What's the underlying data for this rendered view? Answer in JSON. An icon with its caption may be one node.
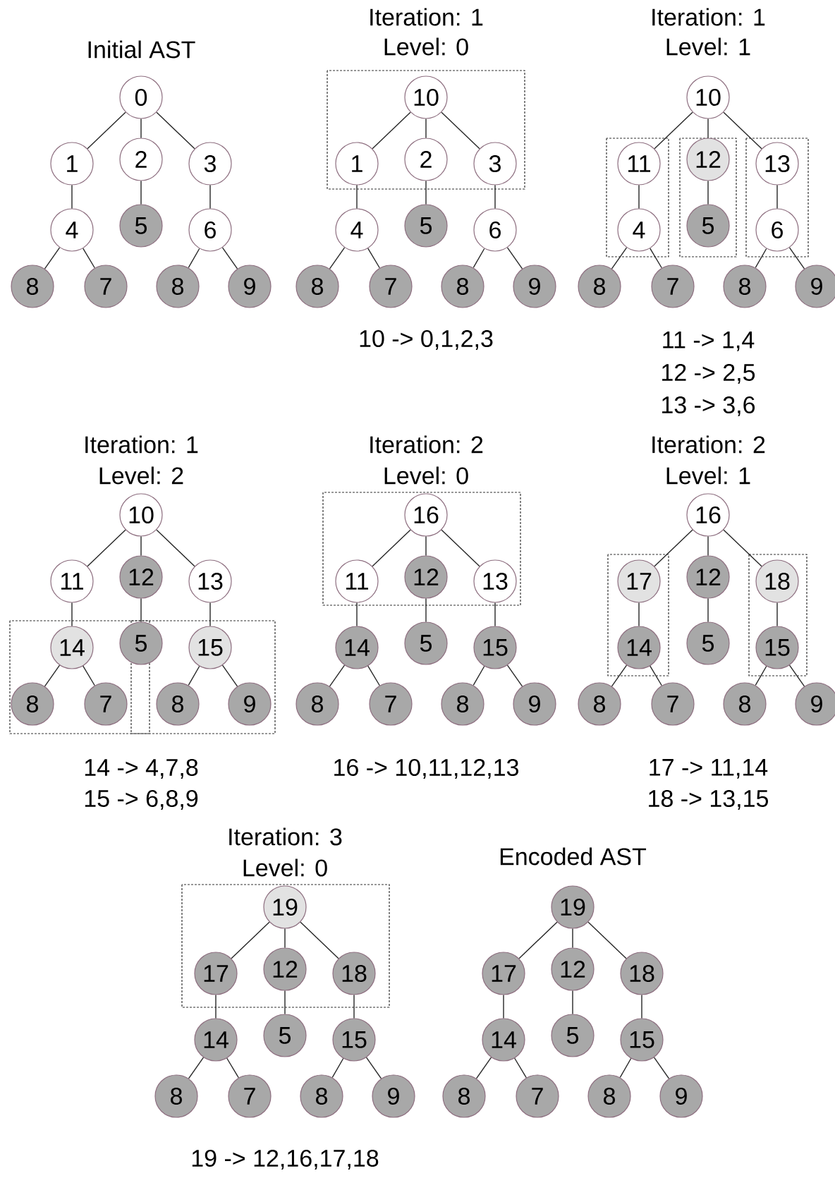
{
  "diagram": {
    "nodes": [
      {
        "text": [
          "0"
        ]
      },
      {
        "text": [
          "1"
        ]
      },
      {
        "text": [
          "2"
        ]
      },
      {
        "text": [
          "3"
        ]
      },
      {
        "text": [
          "4"
        ]
      },
      {
        "text": [
          "5"
        ]
      },
      {
        "text": [
          "6"
        ]
      },
      {
        "text": [
          "8"
        ]
      },
      {
        "text": [
          "7"
        ]
      },
      {
        "text": [
          "8"
        ]
      },
      {
        "text": [
          "9"
        ]
      },
      {
        "text": [
          "10"
        ]
      },
      {
        "text": [
          "1"
        ]
      },
      {
        "text": [
          "2"
        ]
      },
      {
        "text": [
          "3"
        ]
      },
      {
        "text": [
          "4"
        ]
      },
      {
        "text": [
          "5"
        ]
      },
      {
        "text": [
          "6"
        ]
      },
      {
        "text": [
          "8"
        ]
      },
      {
        "text": [
          "7"
        ]
      },
      {
        "text": [
          "8"
        ]
      },
      {
        "text": [
          "9"
        ]
      },
      {
        "text": [
          "10"
        ]
      },
      {
        "text": [
          "11"
        ]
      },
      {
        "text": [
          "12"
        ]
      },
      {
        "text": [
          "13"
        ]
      },
      {
        "text": [
          "4"
        ]
      },
      {
        "text": [
          "5"
        ]
      },
      {
        "text": [
          "6"
        ]
      },
      {
        "text": [
          "8"
        ]
      },
      {
        "text": [
          "7"
        ]
      },
      {
        "text": [
          "8"
        ]
      },
      {
        "text": [
          "9"
        ]
      },
      {
        "text": [
          "10"
        ]
      },
      {
        "text": [
          "11"
        ]
      },
      {
        "text": [
          "12"
        ]
      },
      {
        "text": [
          "13"
        ]
      },
      {
        "text": [
          "14"
        ]
      },
      {
        "text": [
          "5"
        ]
      },
      {
        "text": [
          "15"
        ]
      },
      {
        "text": [
          "8"
        ]
      },
      {
        "text": [
          "7"
        ]
      },
      {
        "text": [
          "8"
        ]
      },
      {
        "text": [
          "9"
        ]
      },
      {
        "text": [
          "16"
        ]
      },
      {
        "text": [
          "11"
        ]
      },
      {
        "text": [
          "12"
        ]
      },
      {
        "text": [
          "13"
        ]
      },
      {
        "text": [
          "14"
        ]
      },
      {
        "text": [
          "5"
        ]
      },
      {
        "text": [
          "15"
        ]
      },
      {
        "text": [
          "8"
        ]
      },
      {
        "text": [
          "7"
        ]
      },
      {
        "text": [
          "8"
        ]
      },
      {
        "text": [
          "9"
        ]
      },
      {
        "text": [
          "16"
        ]
      },
      {
        "text": [
          "17"
        ]
      },
      {
        "text": [
          "12"
        ]
      },
      {
        "text": [
          "18"
        ]
      },
      {
        "text": [
          "14"
        ]
      },
      {
        "text": [
          "5"
        ]
      },
      {
        "text": [
          "15"
        ]
      },
      {
        "text": [
          "8"
        ]
      },
      {
        "text": [
          "7"
        ]
      },
      {
        "text": [
          "8"
        ]
      },
      {
        "text": [
          "9"
        ]
      },
      {
        "text": [
          "19"
        ]
      },
      {
        "text": [
          "17"
        ]
      },
      {
        "text": [
          "12"
        ]
      },
      {
        "text": [
          "18"
        ]
      },
      {
        "text": [
          "14"
        ]
      },
      {
        "text": [
          "5"
        ]
      },
      {
        "text": [
          "15"
        ]
      },
      {
        "text": [
          "8"
        ]
      },
      {
        "text": [
          "7"
        ]
      },
      {
        "text": [
          "8"
        ]
      },
      {
        "text": [
          "9"
        ]
      },
      {
        "text": [
          "19"
        ]
      },
      {
        "text": [
          "17"
        ]
      },
      {
        "text": [
          "12"
        ]
      },
      {
        "text": [
          "18"
        ]
      },
      {
        "text": [
          "14"
        ]
      },
      {
        "text": [
          "5"
        ]
      },
      {
        "text": [
          "15"
        ]
      },
      {
        "text": [
          "8"
        ]
      },
      {
        "text": [
          "7"
        ]
      },
      {
        "text": [
          "8"
        ]
      },
      {
        "text": [
          "9"
        ]
      }
    ],
    "edges": [
      {
        "from": 0,
        "to": 1,
        "arrow": "none"
      },
      {
        "from": 0,
        "to": 2,
        "arrow": "none"
      },
      {
        "from": 0,
        "to": 3,
        "arrow": "none"
      },
      {
        "from": 1,
        "to": 4,
        "arrow": "none"
      },
      {
        "from": 2,
        "to": 5,
        "arrow": "none"
      },
      {
        "from": 3,
        "to": 6,
        "arrow": "none"
      },
      {
        "from": 4,
        "to": 7,
        "arrow": "none"
      },
      {
        "from": 4,
        "to": 8,
        "arrow": "none"
      },
      {
        "from": 6,
        "to": 9,
        "arrow": "none"
      },
      {
        "from": 6,
        "to": 10,
        "arrow": "none"
      },
      {
        "from": 11,
        "to": 12,
        "arrow": "none"
      },
      {
        "from": 11,
        "to": 13,
        "arrow": "none"
      },
      {
        "from": 11,
        "to": 14,
        "arrow": "none"
      },
      {
        "from": 12,
        "to": 15,
        "arrow": "none"
      },
      {
        "from": 13,
        "to": 16,
        "arrow": "none"
      },
      {
        "from": 14,
        "to": 17,
        "arrow": "none"
      },
      {
        "from": 15,
        "to": 18,
        "arrow": "none"
      },
      {
        "from": 15,
        "to": 19,
        "arrow": "none"
      },
      {
        "from": 17,
        "to": 20,
        "arrow": "none"
      },
      {
        "from": 17,
        "to": 21,
        "arrow": "none"
      },
      {
        "from": 22,
        "to": 23,
        "arrow": "none"
      },
      {
        "from": 22,
        "to": 24,
        "arrow": "none"
      },
      {
        "from": 22,
        "to": 25,
        "arrow": "none"
      },
      {
        "from": 23,
        "to": 26,
        "arrow": "none"
      },
      {
        "from": 24,
        "to": 27,
        "arrow": "none"
      },
      {
        "from": 25,
        "to": 28,
        "arrow": "none"
      },
      {
        "from": 26,
        "to": 29,
        "arrow": "none"
      },
      {
        "from": 26,
        "to": 30,
        "arrow": "none"
      },
      {
        "from": 28,
        "to": 31,
        "arrow": "none"
      },
      {
        "from": 28,
        "to": 32,
        "arrow": "none"
      },
      {
        "from": 33,
        "to": 34,
        "arrow": "none"
      },
      {
        "from": 33,
        "to": 35,
        "arrow": "none"
      },
      {
        "from": 33,
        "to": 36,
        "arrow": "none"
      },
      {
        "from": 34,
        "to": 37,
        "arrow": "none"
      },
      {
        "from": 35,
        "to": 38,
        "arrow": "none"
      },
      {
        "from": 36,
        "to": 39,
        "arrow": "none"
      },
      {
        "from": 37,
        "to": 40,
        "arrow": "none"
      },
      {
        "from": 37,
        "to": 41,
        "arrow": "none"
      },
      {
        "from": 39,
        "to": 42,
        "arrow": "none"
      },
      {
        "from": 39,
        "to": 43,
        "arrow": "none"
      },
      {
        "from": 44,
        "to": 45,
        "arrow": "none"
      },
      {
        "from": 44,
        "to": 46,
        "arrow": "none"
      },
      {
        "from": 44,
        "to": 47,
        "arrow": "none"
      },
      {
        "from": 45,
        "to": 48,
        "arrow": "none"
      },
      {
        "from": 46,
        "to": 49,
        "arrow": "none"
      },
      {
        "from": 47,
        "to": 50,
        "arrow": "none"
      },
      {
        "from": 48,
        "to": 51,
        "arrow": "none"
      },
      {
        "from": 48,
        "to": 52,
        "arrow": "none"
      },
      {
        "from": 50,
        "to": 53,
        "arrow": "none"
      },
      {
        "from": 50,
        "to": 54,
        "arrow": "none"
      },
      {
        "from": 55,
        "to": 56,
        "arrow": "none"
      },
      {
        "from": 55,
        "to": 57,
        "arrow": "none"
      },
      {
        "from": 55,
        "to": 58,
        "arrow": "none"
      },
      {
        "from": 56,
        "to": 59,
        "arrow": "none"
      },
      {
        "from": 57,
        "to": 60,
        "arrow": "none"
      },
      {
        "from": 58,
        "to": 61,
        "arrow": "none"
      },
      {
        "from": 59,
        "to": 62,
        "arrow": "none"
      },
      {
        "from": 59,
        "to": 63,
        "arrow": "none"
      },
      {
        "from": 61,
        "to": 64,
        "arrow": "none"
      },
      {
        "from": 61,
        "to": 65,
        "arrow": "none"
      },
      {
        "from": 66,
        "to": 67,
        "arrow": "none"
      },
      {
        "from": 66,
        "to": 68,
        "arrow": "none"
      },
      {
        "from": 66,
        "to": 69,
        "arrow": "none"
      },
      {
        "from": 67,
        "to": 70,
        "arrow": "none"
      },
      {
        "from": 68,
        "to": 71,
        "arrow": "none"
      },
      {
        "from": 69,
        "to": 72,
        "arrow": "none"
      },
      {
        "from": 70,
        "to": 73,
        "arrow": "none"
      },
      {
        "from": 70,
        "to": 74,
        "arrow": "none"
      },
      {
        "from": 72,
        "to": 75,
        "arrow": "none"
      },
      {
        "from": 72,
        "to": 76,
        "arrow": "none"
      },
      {
        "from": 77,
        "to": 78,
        "arrow": "none"
      },
      {
        "from": 77,
        "to": 79,
        "arrow": "none"
      },
      {
        "from": 77,
        "to": 80,
        "arrow": "none"
      },
      {
        "from": 78,
        "to": 81,
        "arrow": "none"
      },
      {
        "from": 79,
        "to": 82,
        "arrow": "none"
      },
      {
        "from": 80,
        "to": 83,
        "arrow": "none"
      },
      {
        "from": 81,
        "to": 84,
        "arrow": "none"
      },
      {
        "from": 81,
        "to": 85,
        "arrow": "none"
      },
      {
        "from": 83,
        "to": 86,
        "arrow": "none"
      },
      {
        "from": 83,
        "to": 87,
        "arrow": "none"
      }
    ],
    "labels": [
      "Initial AST",
      "Iteration: 1",
      "Level: 0",
      "Iteration: 1",
      "Level: 1",
      "10 -> 0,1,2,3",
      "11 -> 1,4",
      "12 -> 2,5",
      "13 -> 3,6",
      "Iteration: 1",
      "Level: 2",
      "Iteration: 2",
      "Level: 0",
      "Iteration: 2",
      "Level: 1",
      "14 -> 4,7,8",
      "15 -> 6,8,9",
      "16 -> 10,11,12,13",
      "17 -> 11,14",
      "18 -> 13,15",
      "Iteration: 3",
      "Level: 0",
      "Encoded AST",
      "19 -> 12,16,17,18"
    ]
  }
}
